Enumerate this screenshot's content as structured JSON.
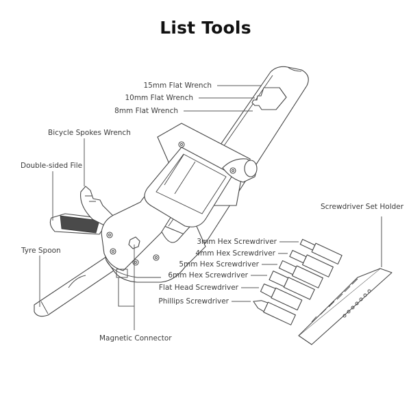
{
  "title": "List Tools",
  "colors": {
    "text": "#111111",
    "label": "#3a3a3a",
    "line": "#555555",
    "outline": "#444444",
    "background": "#ffffff"
  },
  "labels": {
    "flat_wrench_15": "15mm Flat Wrench",
    "flat_wrench_10": "10mm Flat Wrench",
    "flat_wrench_8": "8mm Flat Wrench",
    "spokes_wrench": "Bicycle Spokes Wrench",
    "double_file": "Double-sided File",
    "tyre_spoon": "Tyre Spoon",
    "hex_3": "3mm Hex Screwdriver",
    "hex_4": "4mm Hex Screwdriver",
    "hex_5": "5mm Hex Screwdriver",
    "hex_6": "6mm Hex Screwdriver",
    "flat_head": "Flat Head Screwdriver",
    "phillips": "Phillips Screwdriver",
    "holder": "Screwdriver Set Holder",
    "magnetic": "Magnetic Connector"
  }
}
